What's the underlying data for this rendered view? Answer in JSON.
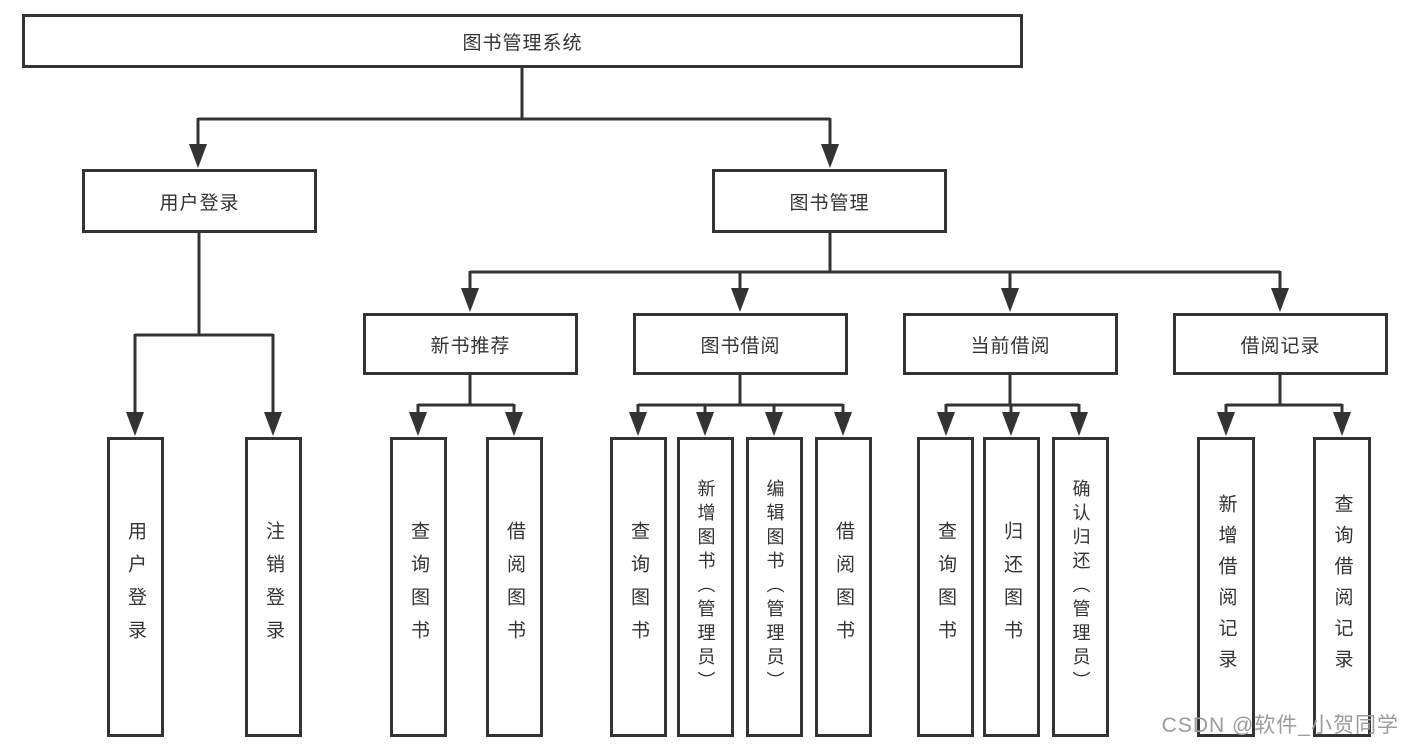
{
  "tree": {
    "root": "图书管理系统",
    "children": [
      {
        "label": "用户登录",
        "children": [
          {
            "label": "用户登录"
          },
          {
            "label": "注销登录"
          }
        ]
      },
      {
        "label": "图书管理",
        "children": [
          {
            "label": "新书推荐",
            "children": [
              {
                "label": "查询图书"
              },
              {
                "label": "借阅图书"
              }
            ]
          },
          {
            "label": "图书借阅",
            "children": [
              {
                "label": "查询图书"
              },
              {
                "label": "新增图书（管理员）"
              },
              {
                "label": "编辑图书（管理员）"
              },
              {
                "label": "借阅图书"
              }
            ]
          },
          {
            "label": "当前借阅",
            "children": [
              {
                "label": "查询图书"
              },
              {
                "label": "归还图书"
              },
              {
                "label": "确认归还（管理员）"
              }
            ]
          },
          {
            "label": "借阅记录",
            "children": [
              {
                "label": "新增借阅记录"
              },
              {
                "label": "查询借阅记录"
              }
            ]
          }
        ]
      }
    ]
  },
  "watermark": {
    "text": "CSDN @软件_小贺同学"
  },
  "colors": {
    "line": "#333333",
    "text": "#333333",
    "background": "#ffffff",
    "watermark": "#9b9b9b"
  }
}
